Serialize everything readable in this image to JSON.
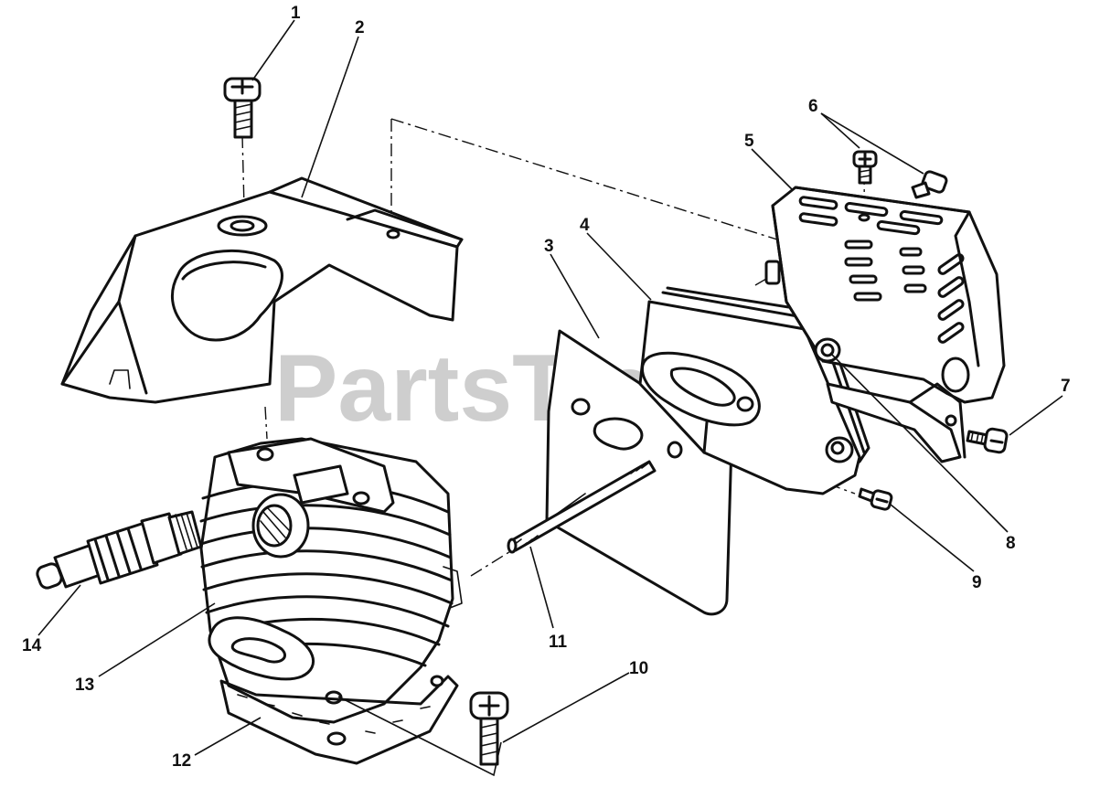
{
  "watermark": "PartsTree",
  "callouts": [
    "1",
    "2",
    "3",
    "4",
    "5",
    "6",
    "7",
    "8",
    "9",
    "10",
    "11",
    "12",
    "13",
    "14"
  ],
  "parts": [
    {
      "id": "1",
      "icon": "screw-icon"
    },
    {
      "id": "2",
      "icon": "cylinder-shroud-icon"
    },
    {
      "id": "3",
      "icon": "heat-shield-plate-icon"
    },
    {
      "id": "4",
      "icon": "muffler-body-icon"
    },
    {
      "id": "5",
      "icon": "muffler-cover-icon"
    },
    {
      "id": "6",
      "icon": "screw-pair-icon"
    },
    {
      "id": "7",
      "icon": "screw-icon"
    },
    {
      "id": "8",
      "icon": "nut-icon"
    },
    {
      "id": "9",
      "icon": "screw-icon"
    },
    {
      "id": "10",
      "icon": "screw-icon"
    },
    {
      "id": "11",
      "icon": "stud-icon"
    },
    {
      "id": "12",
      "icon": "gasket-icon"
    },
    {
      "id": "13",
      "icon": "cylinder-icon"
    },
    {
      "id": "14",
      "icon": "spark-plug-icon"
    }
  ]
}
